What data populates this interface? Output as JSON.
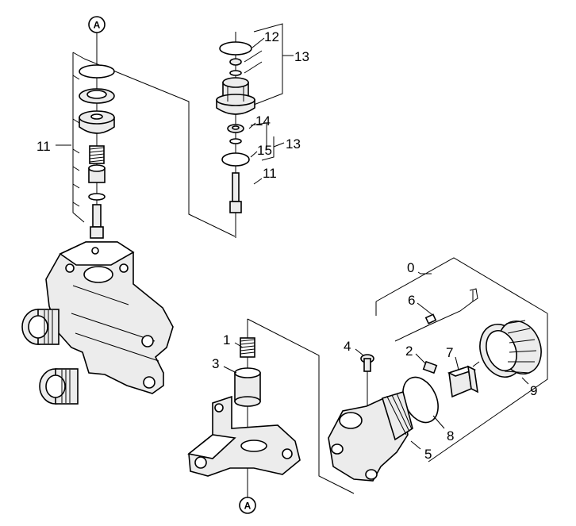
{
  "labels": {
    "p0": "0",
    "p1": "1",
    "p2": "2",
    "p3": "3",
    "p4": "4",
    "p5": "5",
    "p6": "6",
    "p7": "7",
    "p8": "8",
    "p9": "9",
    "p11_left": "11",
    "p11_right": "11",
    "p12": "12",
    "p13_top": "13",
    "p13_mid": "13",
    "p14": "14",
    "p15": "15"
  },
  "references": {
    "top": "A",
    "bottom": "A"
  }
}
